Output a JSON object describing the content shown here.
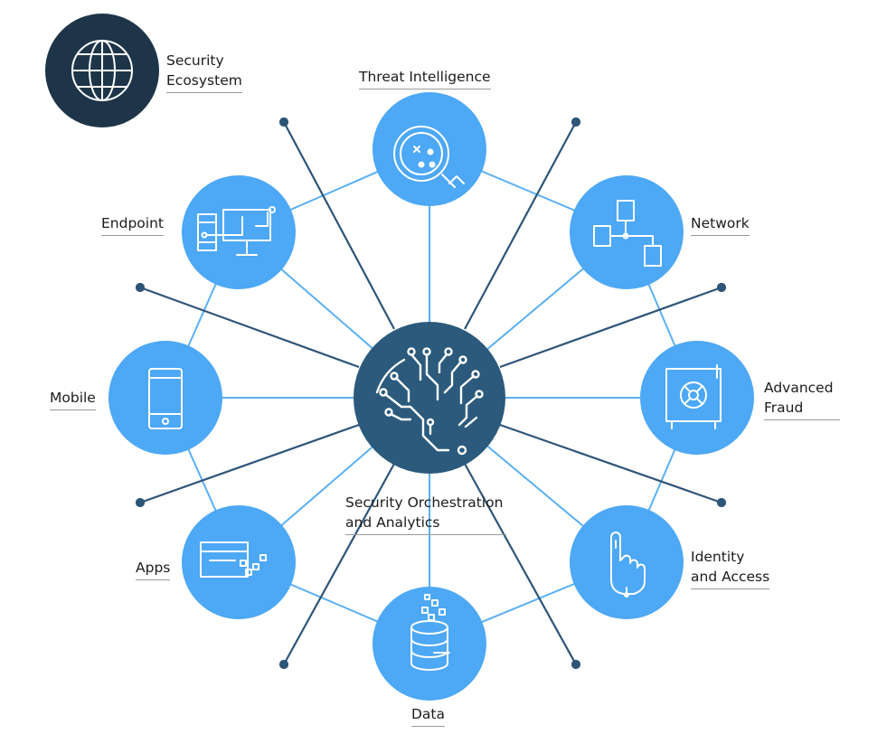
{
  "colors": {
    "node_fill": "#4da8f5",
    "hub_fill": "#2b5a7c",
    "badge_fill": "#1e3549",
    "ring_line": "#5ab0f5",
    "spoke_line": "#2d5578",
    "icon_stroke": "#ffffff"
  },
  "hub": {
    "label_line1": "Security Orchestration",
    "label_line2": "and Analytics",
    "icon": "circuit-brain-icon"
  },
  "badge": {
    "label_line1": "Security",
    "label_line2": "Ecosystem",
    "icon": "globe-icon"
  },
  "nodes": [
    {
      "id": "threat-intelligence",
      "label_line1": "Threat Intelligence",
      "label_line2": "",
      "icon": "magnifier-virus-icon"
    },
    {
      "id": "network",
      "label_line1": "Network",
      "label_line2": "",
      "icon": "network-topology-icon"
    },
    {
      "id": "advanced-fraud",
      "label_line1": "Advanced",
      "label_line2": "Fraud",
      "icon": "vault-safe-icon"
    },
    {
      "id": "identity-access",
      "label_line1": "Identity",
      "label_line2": "and Access",
      "icon": "fingerprint-hand-icon"
    },
    {
      "id": "data",
      "label_line1": "Data",
      "label_line2": "",
      "icon": "database-icon"
    },
    {
      "id": "apps",
      "label_line1": "Apps",
      "label_line2": "",
      "icon": "app-window-icon"
    },
    {
      "id": "mobile",
      "label_line1": "Mobile",
      "label_line2": "",
      "icon": "smartphone-icon"
    },
    {
      "id": "endpoint",
      "label_line1": "Endpoint",
      "label_line2": "",
      "icon": "computer-monitor-icon"
    }
  ]
}
